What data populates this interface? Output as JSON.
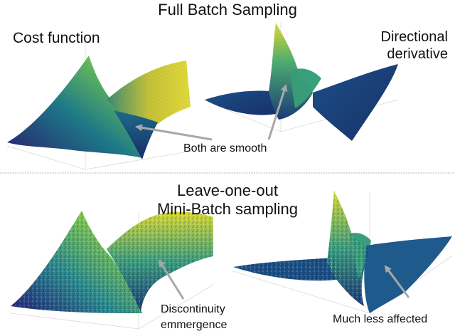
{
  "titles": {
    "top": "Full Batch Sampling",
    "bottom_line1": "Leave-one-out",
    "bottom_line2": "Mini-Batch sampling"
  },
  "labels": {
    "cost_function": "Cost function",
    "directional_line1": "Directional",
    "directional_line2": "derivative",
    "smooth": "Both are smooth",
    "discontinuity_line1": "Discontinuity",
    "discontinuity_line2": "emmergence",
    "less_affected": "Much less affected"
  },
  "colors": {
    "surface_dark": "#2a1e6e",
    "surface_mid": "#1f8c8a",
    "surface_light": "#e8e62a",
    "arrow": "#a8a8a8",
    "divider": "#b0b0b0"
  }
}
